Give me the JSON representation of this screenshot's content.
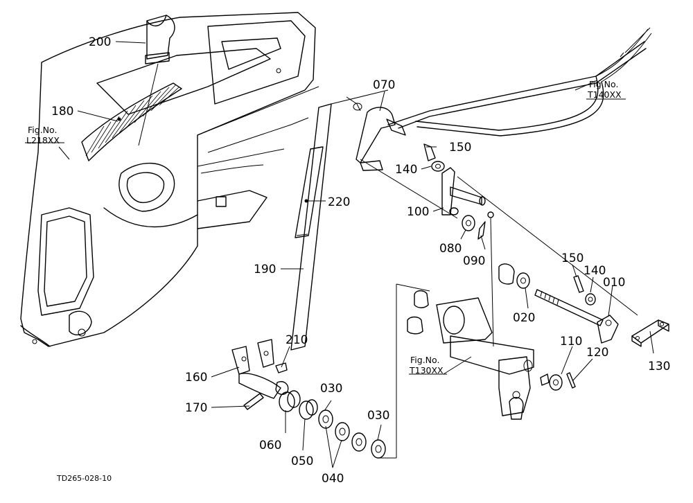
{
  "labels": {
    "p200": "200",
    "p180": "180",
    "p070": "070",
    "p150a": "150",
    "p140a": "140",
    "p100": "100",
    "p080": "080",
    "p090": "090",
    "p220": "220",
    "p190": "190",
    "p210": "210",
    "p160": "160",
    "p170": "170",
    "p060": "060",
    "p050": "050",
    "p030a": "030",
    "p030b": "030",
    "p040": "040",
    "p020": "020",
    "p150b": "150",
    "p140b": "140",
    "p010": "010",
    "p110": "110",
    "p120": "120",
    "p130": "130"
  },
  "references": {
    "l218_line1": "Fig.No.",
    "l218_line2": "L218XX",
    "t140_line1": "Fig.No.",
    "t140_line2": "T140XX",
    "t130_line1": "Fig.No.",
    "t130_line2": "T130XX"
  },
  "drawing_code": "TD265-028-10"
}
